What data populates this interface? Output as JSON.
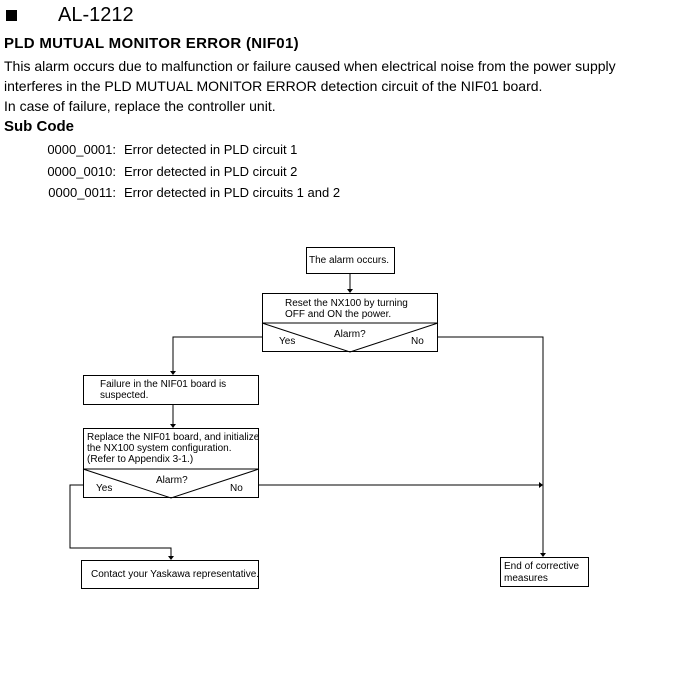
{
  "header": {
    "alarm_code": "AL-1212",
    "title": "PLD MUTUAL MONITOR ERROR (NIF01)"
  },
  "description": {
    "line1": "This alarm occurs due to malfunction or failure caused when electrical noise from the power supply",
    "line2": "interferes in the PLD MUTUAL MONITOR ERROR detection circuit of the NIF01 board.",
    "line3": "In case of failure, replace the controller unit."
  },
  "sub_code": {
    "heading": "Sub Code",
    "items": [
      {
        "code": "0000_0001:",
        "text": "Error detected in PLD circuit 1"
      },
      {
        "code": "0000_0010:",
        "text": "Error detected in PLD circuit 2"
      },
      {
        "code": "0000_0011:",
        "text": "Error detected in PLD circuits 1 and 2"
      }
    ]
  },
  "flowchart": {
    "start": "The alarm occurs.",
    "reset": {
      "line1": "Reset the NX100 by turning",
      "line2": "OFF and ON the power.",
      "question": "Alarm?",
      "yes": "Yes",
      "no": "No"
    },
    "failure": {
      "line1": "Failure in the NIF01 board is",
      "line2": "suspected."
    },
    "replace": {
      "line1": "Replace the NIF01 board, and initialize",
      "line2": "the NX100 system configuration.",
      "line3": "(Refer to Appendix 3-1.)",
      "question": "Alarm?",
      "yes": "Yes",
      "no": "No"
    },
    "contact": "Contact your Yaskawa representative.",
    "end": {
      "line1": "End of corrective",
      "line2": "measures"
    }
  }
}
